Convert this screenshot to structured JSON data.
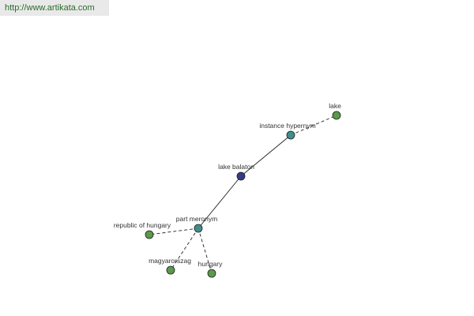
{
  "header": {
    "url": "http://www.artikata.com"
  },
  "graph": {
    "nodes": [
      {
        "id": "lake",
        "label": "lake",
        "kind": "leaf",
        "color": "#5a9a4a"
      },
      {
        "id": "instance-hypernym",
        "label": "instance hypernym",
        "kind": "relation",
        "color": "#3f8f8a"
      },
      {
        "id": "lake-balaton",
        "label": "lake balaton",
        "kind": "root",
        "color": "#343c86"
      },
      {
        "id": "part-meronym",
        "label": "part meronym",
        "kind": "relation",
        "color": "#3f8f8a"
      },
      {
        "id": "republic-of-hungary",
        "label": "republic of hungary",
        "kind": "leaf",
        "color": "#5a9a4a"
      },
      {
        "id": "magyarorszag",
        "label": "magyarorszag",
        "kind": "leaf",
        "color": "#5a9a4a"
      },
      {
        "id": "hungary",
        "label": "hungary",
        "kind": "leaf",
        "color": "#5a9a4a"
      }
    ],
    "edges": [
      {
        "from": "lake-balaton",
        "to": "instance-hypernym",
        "style": "solid"
      },
      {
        "from": "instance-hypernym",
        "to": "lake",
        "style": "dashed"
      },
      {
        "from": "lake-balaton",
        "to": "part-meronym",
        "style": "solid"
      },
      {
        "from": "part-meronym",
        "to": "republic-of-hungary",
        "style": "dashed"
      },
      {
        "from": "part-meronym",
        "to": "magyarorszag",
        "style": "dashed"
      },
      {
        "from": "part-meronym",
        "to": "hungary",
        "style": "dashed"
      }
    ]
  }
}
